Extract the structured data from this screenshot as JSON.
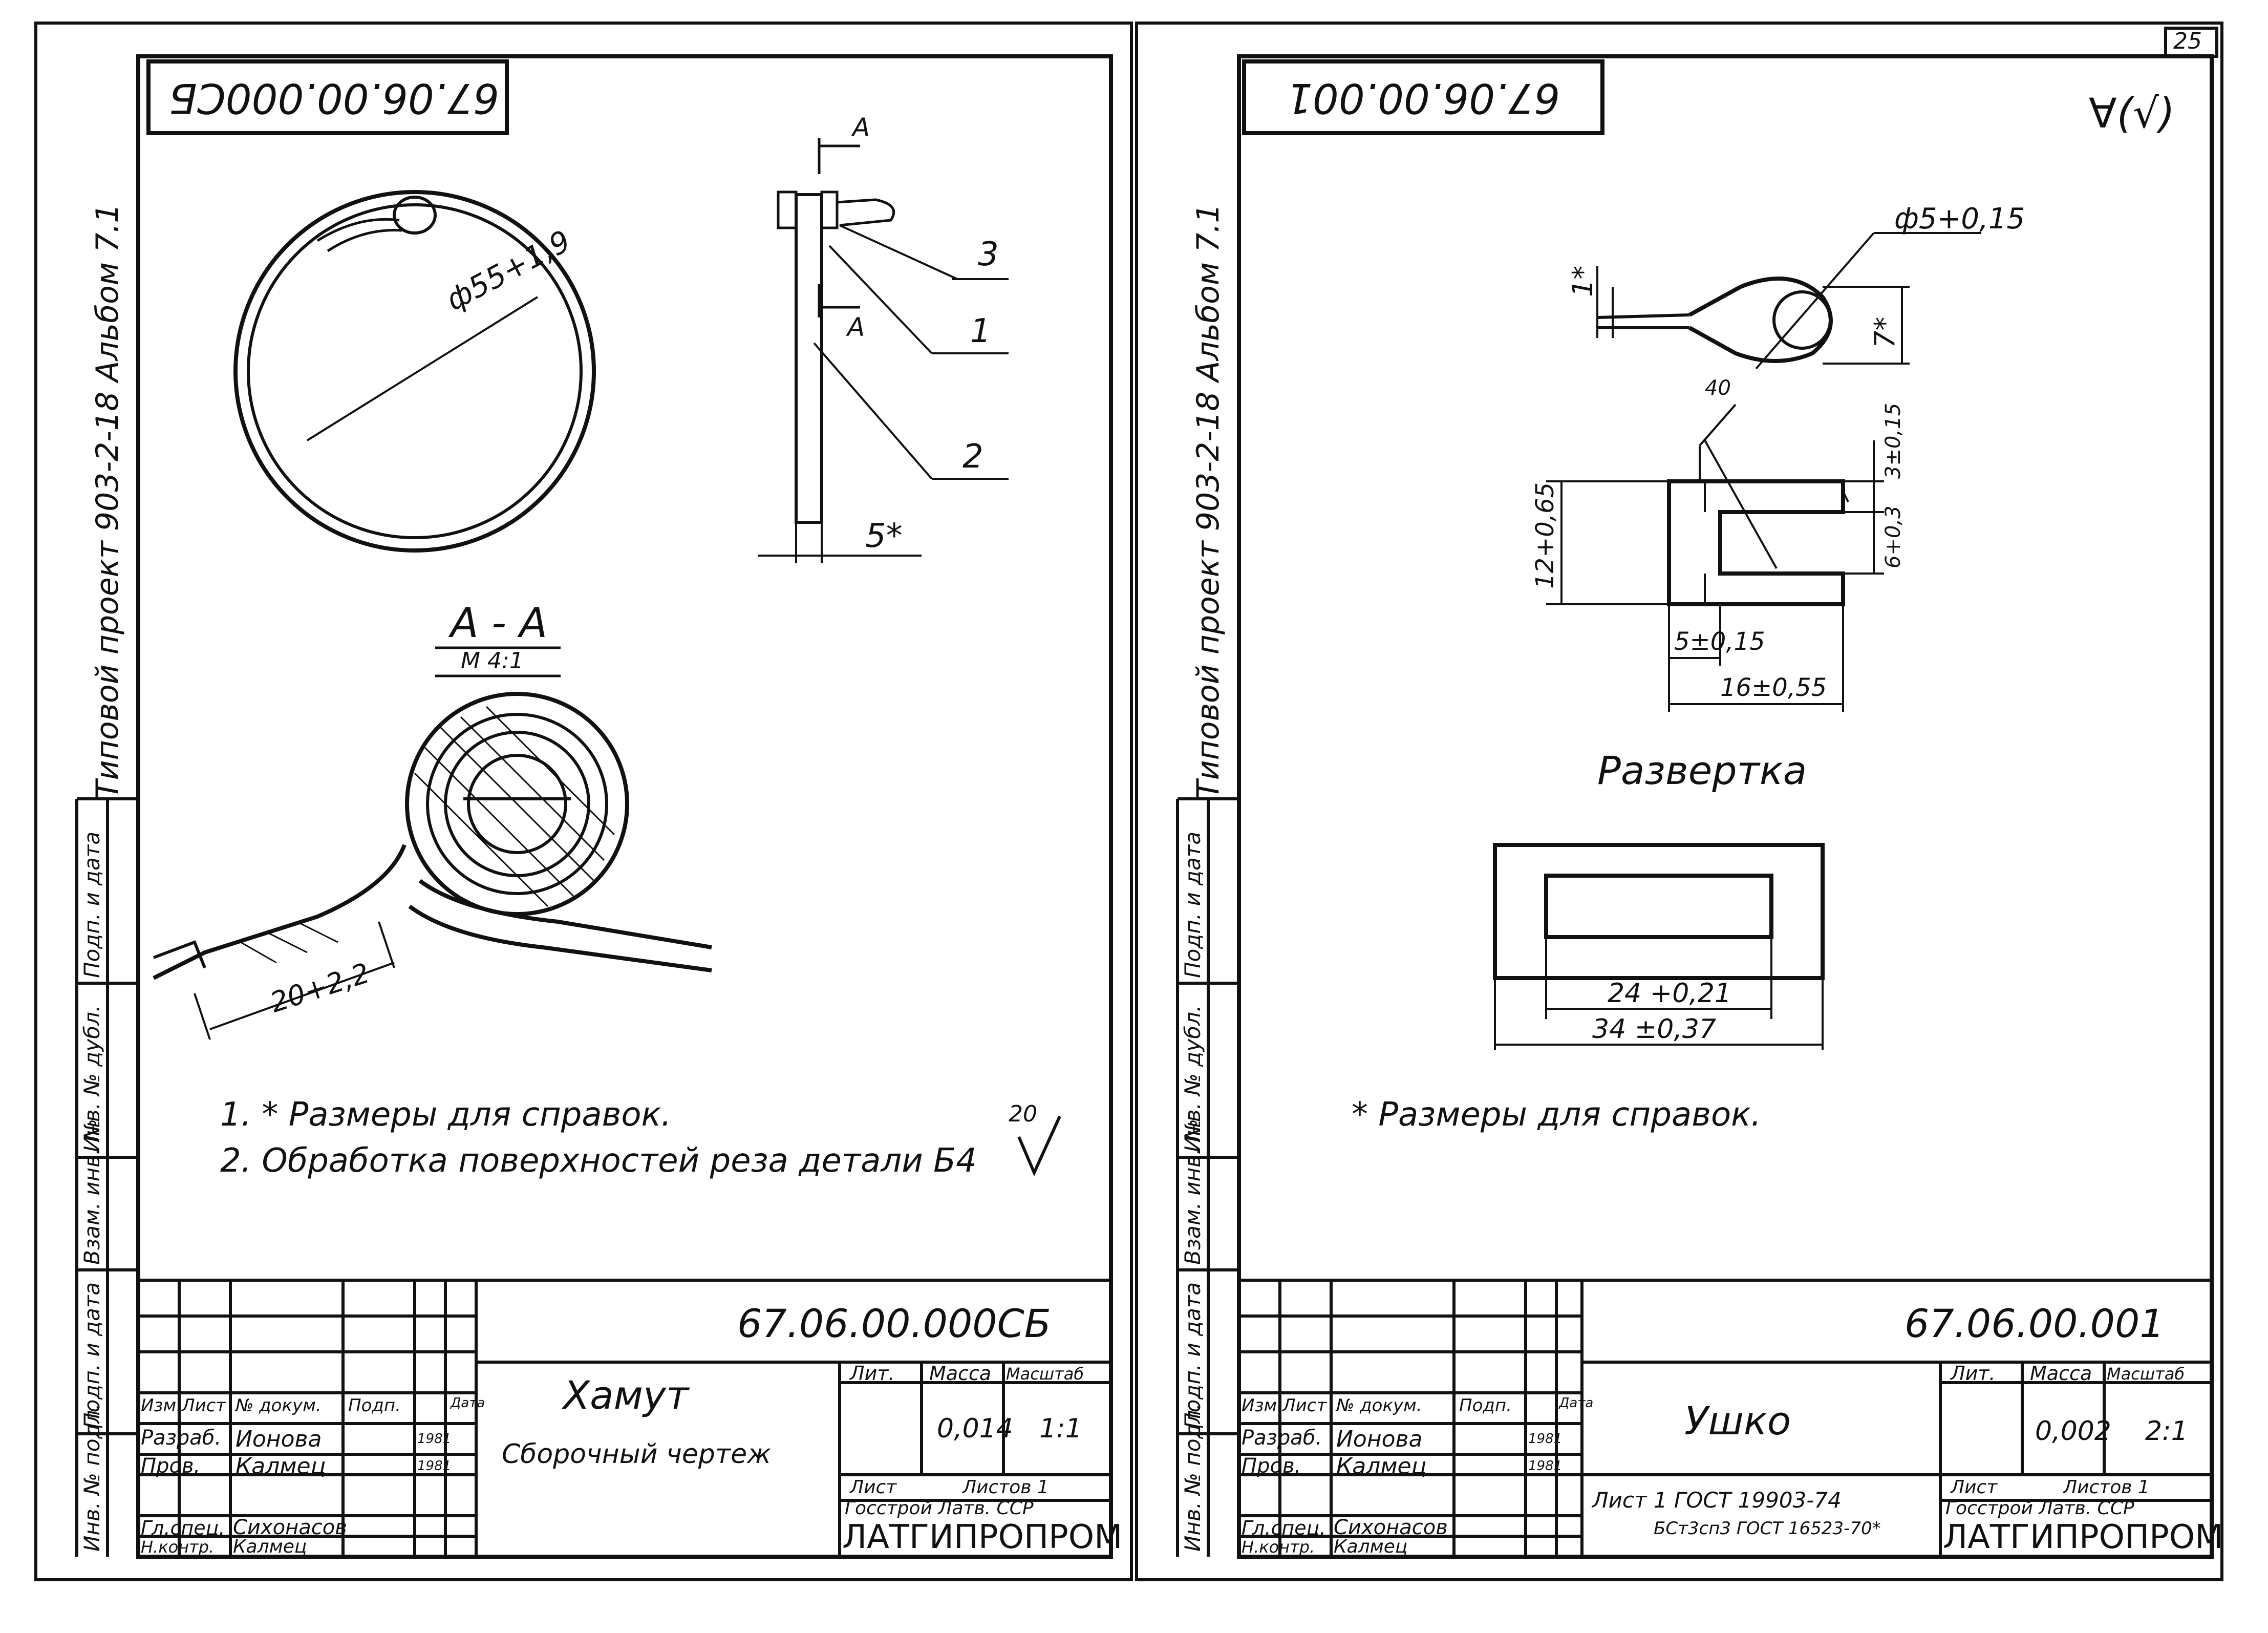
{
  "sheet_number": "25",
  "album_text": "Типовой проект 903-2-18   Альбом 7.1",
  "side_labels": [
    "Подп. и дата",
    "Инв. № дубл.",
    "Взам. инв. №",
    "Подп. и дата",
    "Инв. № подл."
  ],
  "left": {
    "stamp_code": "67.06.00.000СБ",
    "diameter_label": "ф55+1,9",
    "section_mark": "A",
    "section_title": "A - A",
    "section_scale": "M 4:1",
    "dim_20": "20+2,2",
    "dim_5": "5*",
    "callouts": [
      "3",
      "1",
      "2"
    ],
    "notes": [
      "1. * Размеры для справок.",
      "2. Обработка поверхностей реза детали Б4"
    ],
    "roughness": "20",
    "title_block": {
      "code": "67.06.00.000СБ",
      "name": "Хамут",
      "subtitle": "Сборочный чертеж",
      "col_heads": [
        "Изм.",
        "Лист",
        "№ докум.",
        "Подп.",
        "Дата"
      ],
      "rows": [
        {
          "role": "Разраб.",
          "person": "Ионова",
          "sign": "",
          "date": "1981"
        },
        {
          "role": "Пров.",
          "person": "Калмец",
          "sign": "",
          "date": "1981"
        },
        {
          "role": "",
          "person": "",
          "sign": "",
          "date": ""
        },
        {
          "role": "Гл.спец.",
          "person": "Сихонасов",
          "sign": "",
          "date": ""
        },
        {
          "role": "Н.контр.",
          "person": "Калмец",
          "sign": "",
          "date": ""
        }
      ],
      "lit": "Лит.",
      "mass_head": "Масса",
      "scale_head": "Масштаб",
      "mass": "0,014",
      "scale": "1:1",
      "sheet": "Лист",
      "sheets": "Листов 1",
      "org1": "Госстрой Латв. ССР",
      "org2": "ЛАТГИПРОПРОМ"
    }
  },
  "right": {
    "stamp_code": "67.06.00.001",
    "roughness": "∀(√)",
    "dim_phi5": "ф5+0,15",
    "dim_1": "1*",
    "dim_7": "7*",
    "dim_40": "40",
    "dim_3": "3±0,15",
    "dim_6": "6+0,3",
    "dim_12": "12+0,65",
    "dim_5": "5±0,15",
    "dim_16": "16±0,55",
    "razvertka": "Развертка",
    "dim_24": "24 +0,21",
    "dim_34": "34 ±0,37",
    "note": "* Размеры для справок.",
    "title_block": {
      "code": "67.06.00.001",
      "name": "Ушко",
      "col_heads": [
        "Изм.",
        "Лист",
        "№ докум.",
        "Подп.",
        "Дата"
      ],
      "rows": [
        {
          "role": "Разраб.",
          "person": "Ионова",
          "sign": "",
          "date": "1981"
        },
        {
          "role": "Пров.",
          "person": "Калмец",
          "sign": "",
          "date": "1981"
        },
        {
          "role": "",
          "person": "",
          "sign": "",
          "date": ""
        },
        {
          "role": "Гл.спец.",
          "person": "Сихонасов",
          "sign": "",
          "date": ""
        },
        {
          "role": "Н.контр.",
          "person": "Калмец",
          "sign": "",
          "date": ""
        }
      ],
      "material_1": "Лист   1 ГОСТ 19903-74",
      "material_2": "БСт3сп3 ГОСТ 16523-70*",
      "lit": "Лит.",
      "mass_head": "Масса",
      "scale_head": "Масштаб",
      "mass": "0,002",
      "scale": "2:1",
      "sheet": "Лист",
      "sheets": "Листов 1",
      "org1": "Госстрой Латв. ССР",
      "org2": "ЛАТГИПРОПРОМ"
    }
  }
}
